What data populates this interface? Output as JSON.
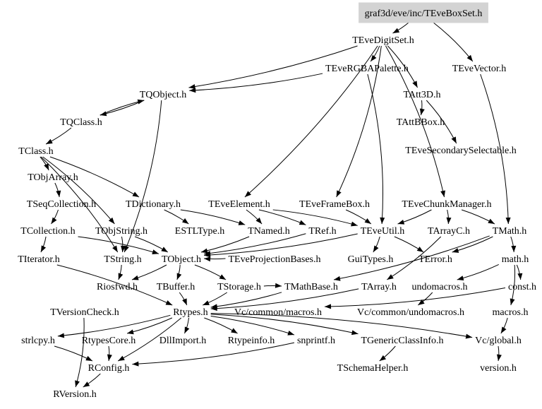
{
  "diagram": {
    "title": "graf3d/eve/inc/TEveBoxSet.h",
    "root": "graf3d/eve/inc/TEveBoxSet.h",
    "colors": {
      "root_fill": "#d3d3d3",
      "edge": "#000000",
      "text": "#000000",
      "background": "#ffffff"
    },
    "nodes": [
      {
        "id": "root",
        "label": "graf3d/eve/inc/TEveBoxSet.h"
      },
      {
        "id": "TEveDigitSet",
        "label": "TEveDigitSet.h"
      },
      {
        "id": "TEveRGBAPalette",
        "label": "TEveRGBAPalette.h"
      },
      {
        "id": "TEveVector",
        "label": "TEveVector.h"
      },
      {
        "id": "TQObject",
        "label": "TQObject.h"
      },
      {
        "id": "TAtt3D",
        "label": "TAtt3D.h"
      },
      {
        "id": "TQClass",
        "label": "TQClass.h"
      },
      {
        "id": "TAttBBox",
        "label": "TAttBBox.h"
      },
      {
        "id": "TClass",
        "label": "TClass.h"
      },
      {
        "id": "TEveSecondarySelectable",
        "label": "TEveSecondarySelectable.h"
      },
      {
        "id": "TObjArray",
        "label": "TObjArray.h"
      },
      {
        "id": "TSeqCollection",
        "label": "TSeqCollection.h"
      },
      {
        "id": "TDictionary",
        "label": "TDictionary.h"
      },
      {
        "id": "TEveElement",
        "label": "TEveElement.h"
      },
      {
        "id": "TEveFrameBox",
        "label": "TEveFrameBox.h"
      },
      {
        "id": "TEveChunkManager",
        "label": "TEveChunkManager.h"
      },
      {
        "id": "TCollection",
        "label": "TCollection.h"
      },
      {
        "id": "TObjString",
        "label": "TObjString.h"
      },
      {
        "id": "ESTLType",
        "label": "ESTLType.h"
      },
      {
        "id": "TNamed",
        "label": "TNamed.h"
      },
      {
        "id": "TRef",
        "label": "TRef.h"
      },
      {
        "id": "TEveUtil",
        "label": "TEveUtil.h"
      },
      {
        "id": "TArrayC",
        "label": "TArrayC.h"
      },
      {
        "id": "TMath",
        "label": "TMath.h"
      },
      {
        "id": "TIterator",
        "label": "TIterator.h"
      },
      {
        "id": "TString",
        "label": "TString.h"
      },
      {
        "id": "TObject",
        "label": "TObject.h"
      },
      {
        "id": "TEveProjectionBases",
        "label": "TEveProjectionBases.h"
      },
      {
        "id": "GuiTypes",
        "label": "GuiTypes.h"
      },
      {
        "id": "TError",
        "label": "TError.h"
      },
      {
        "id": "math",
        "label": "math.h"
      },
      {
        "id": "Riosfwd",
        "label": "Riosfwd.h"
      },
      {
        "id": "TBuffer",
        "label": "TBuffer.h"
      },
      {
        "id": "TStorage",
        "label": "TStorage.h"
      },
      {
        "id": "TMathBase",
        "label": "TMathBase.h"
      },
      {
        "id": "TArray",
        "label": "TArray.h"
      },
      {
        "id": "undomacros",
        "label": "undomacros.h"
      },
      {
        "id": "const",
        "label": "const.h"
      },
      {
        "id": "TVersionCheck",
        "label": "TVersionCheck.h"
      },
      {
        "id": "Rtypes",
        "label": "Rtypes.h"
      },
      {
        "id": "VcMacros",
        "label": "Vc/common/macros.h"
      },
      {
        "id": "VcUndomacros",
        "label": "Vc/common/undomacros.h"
      },
      {
        "id": "macros",
        "label": "macros.h"
      },
      {
        "id": "strlcpy",
        "label": "strlcpy.h"
      },
      {
        "id": "RtypesCore",
        "label": "RtypesCore.h"
      },
      {
        "id": "DllImport",
        "label": "DllImport.h"
      },
      {
        "id": "Rtypeinfo",
        "label": "Rtypeinfo.h"
      },
      {
        "id": "snprintf",
        "label": "snprintf.h"
      },
      {
        "id": "TGenericClassInfo",
        "label": "TGenericClassInfo.h"
      },
      {
        "id": "VcGlobal",
        "label": "Vc/global.h"
      },
      {
        "id": "RConfig",
        "label": "RConfig.h"
      },
      {
        "id": "TSchemaHelper",
        "label": "TSchemaHelper.h"
      },
      {
        "id": "version",
        "label": "version.h"
      },
      {
        "id": "RVersion",
        "label": "RVersion.h"
      }
    ],
    "edges": [
      [
        "root",
        "TEveDigitSet"
      ],
      [
        "root",
        "TEveVector"
      ],
      [
        "TEveDigitSet",
        "TEveRGBAPalette"
      ],
      [
        "TEveDigitSet",
        "TQObject"
      ],
      [
        "TEveDigitSet",
        "TAtt3D"
      ],
      [
        "TEveDigitSet",
        "TEveChunkManager"
      ],
      [
        "TEveDigitSet",
        "TEveElement"
      ],
      [
        "TEveDigitSet",
        "TEveFrameBox"
      ],
      [
        "TEveRGBAPalette",
        "TQObject"
      ],
      [
        "TEveRGBAPalette",
        "TEveUtil"
      ],
      [
        "TEveVector",
        "TMath"
      ],
      [
        "TQObject",
        "TQClass"
      ],
      [
        "TQObject",
        "TString"
      ],
      [
        "TQClass",
        "TQObject"
      ],
      [
        "TQClass",
        "TClass"
      ],
      [
        "TClass",
        "TObjArray"
      ],
      [
        "TClass",
        "TDictionary"
      ],
      [
        "TClass",
        "TObjString"
      ],
      [
        "TClass",
        "TString"
      ],
      [
        "TAtt3D",
        "TAttBBox"
      ],
      [
        "TAtt3D",
        "TEveSecondarySelectable"
      ],
      [
        "TObjArray",
        "TSeqCollection"
      ],
      [
        "TSeqCollection",
        "TCollection"
      ],
      [
        "TDictionary",
        "ESTLType"
      ],
      [
        "TDictionary",
        "TNamed"
      ],
      [
        "TEveElement",
        "TNamed"
      ],
      [
        "TEveElement",
        "TRef"
      ],
      [
        "TEveElement",
        "TEveUtil"
      ],
      [
        "TEveFrameBox",
        "TEveUtil"
      ],
      [
        "TEveChunkManager",
        "TArrayC"
      ],
      [
        "TEveChunkManager",
        "TEveUtil"
      ],
      [
        "TEveChunkManager",
        "TMath"
      ],
      [
        "TCollection",
        "TIterator"
      ],
      [
        "TCollection",
        "TObject"
      ],
      [
        "TObjString",
        "TString"
      ],
      [
        "TObjString",
        "TObject"
      ],
      [
        "TNamed",
        "TObject"
      ],
      [
        "TRef",
        "TObject"
      ],
      [
        "TEveUtil",
        "GuiTypes"
      ],
      [
        "TEveUtil",
        "TError"
      ],
      [
        "TEveUtil",
        "TObject"
      ],
      [
        "TArrayC",
        "TArray"
      ],
      [
        "TMath",
        "TError"
      ],
      [
        "TMath",
        "math"
      ],
      [
        "TMath",
        "TMathBase"
      ],
      [
        "TString",
        "Riosfwd"
      ],
      [
        "TObject",
        "TBuffer"
      ],
      [
        "TObject",
        "TStorage"
      ],
      [
        "TObject",
        "Riosfwd"
      ],
      [
        "TEveProjectionBases",
        "TObject"
      ],
      [
        "math",
        "undomacros"
      ],
      [
        "math",
        "const"
      ],
      [
        "math",
        "macros"
      ],
      [
        "TIterator",
        "Rtypes"
      ],
      [
        "TBuffer",
        "Rtypes"
      ],
      [
        "TStorage",
        "TMathBase"
      ],
      [
        "TStorage",
        "Rtypes"
      ],
      [
        "TMathBase",
        "Rtypes"
      ],
      [
        "TArray",
        "Rtypes"
      ],
      [
        "undomacros",
        "VcUndomacros"
      ],
      [
        "const",
        "VcMacros"
      ],
      [
        "macros",
        "VcGlobal"
      ],
      [
        "TVersionCheck",
        "RVersion"
      ],
      [
        "Rtypes",
        "strlcpy"
      ],
      [
        "Rtypes",
        "RtypesCore"
      ],
      [
        "Rtypes",
        "DllImport"
      ],
      [
        "Rtypes",
        "Rtypeinfo"
      ],
      [
        "Rtypes",
        "snprintf"
      ],
      [
        "Rtypes",
        "TGenericClassInfo"
      ],
      [
        "Rtypes",
        "RConfig"
      ],
      [
        "Rtypes",
        "VcGlobal"
      ],
      [
        "strlcpy",
        "RConfig"
      ],
      [
        "RtypesCore",
        "RConfig"
      ],
      [
        "snprintf",
        "RConfig"
      ],
      [
        "TGenericClassInfo",
        "TSchemaHelper"
      ],
      [
        "VcGlobal",
        "version"
      ],
      [
        "RConfig",
        "RVersion"
      ]
    ]
  }
}
